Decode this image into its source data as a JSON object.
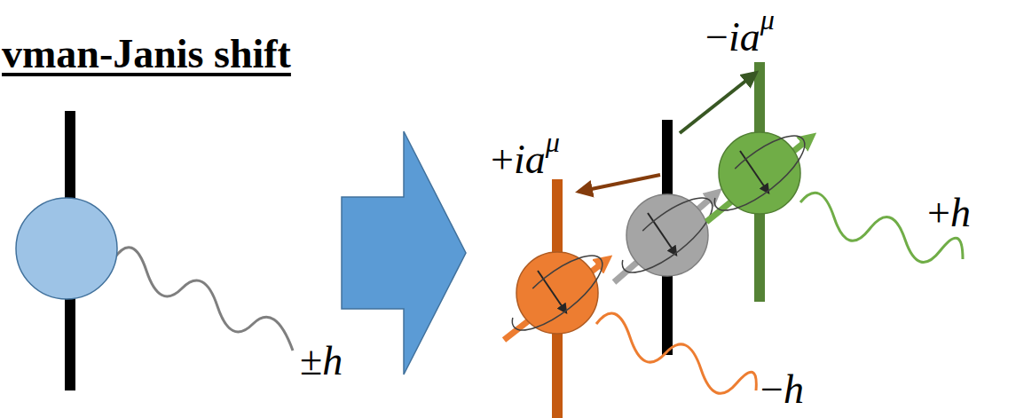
{
  "diagram": {
    "title": "vman-Janis shift",
    "labels": [
      "±h",
      "+iaμ",
      "−iaμ",
      "+h",
      "−h"
    ]
  }
}
